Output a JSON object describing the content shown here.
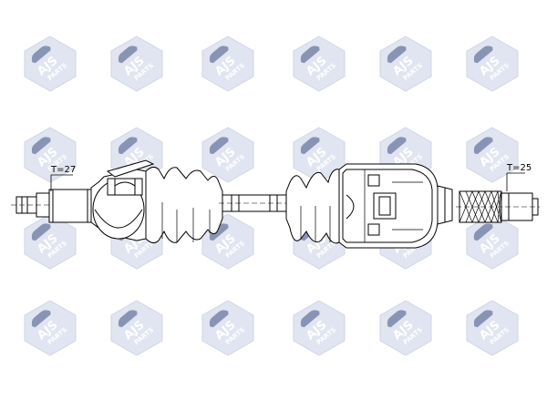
{
  "watermark": {
    "brand_text": "AJS",
    "sub_text": "PARTS",
    "tile_color": "#c9d1e6",
    "tile_outline": "#a9b4d0",
    "car_color": "#2a3d7a"
  },
  "labels": {
    "left_spline": "T=27",
    "right_spline": "T=25"
  },
  "colors": {
    "line": "#000000",
    "background": "#ffffff"
  }
}
